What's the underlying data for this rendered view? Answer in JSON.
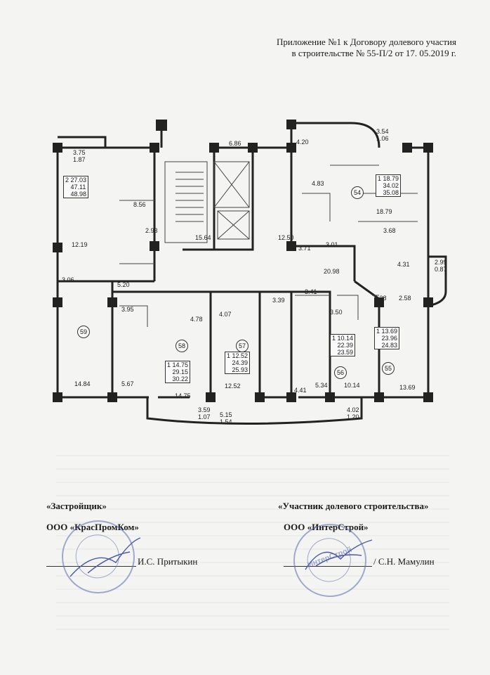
{
  "header": {
    "line1": "Приложение №1 к Договору долевого участия",
    "line2": "в строительстве № 55-П/2 от 17. 05.2019 г."
  },
  "plan": {
    "apartments": [
      {
        "num": "59"
      },
      {
        "num": "58"
      },
      {
        "num": "57"
      },
      {
        "num": "56"
      },
      {
        "num": "55"
      },
      {
        "num": "54"
      }
    ],
    "summaries": [
      {
        "rooms": "2",
        "a": "27.03",
        "b": "47.11",
        "c": "48.98"
      },
      {
        "rooms": "1",
        "a": "18.79",
        "b": "34.02",
        "c": "35.08"
      },
      {
        "rooms": "1",
        "a": "14.75",
        "b": "29.15",
        "c": "30.22"
      },
      {
        "rooms": "1",
        "a": "12.52",
        "b": "24.39",
        "c": "25.93"
      },
      {
        "rooms": "1",
        "a": "10.14",
        "b": "22.39",
        "c": "23.59"
      },
      {
        "rooms": "1",
        "a": "13.69",
        "b": "23.96",
        "c": "24.83"
      }
    ],
    "balconies": [
      {
        "a": "3.75",
        "b": "1.87"
      },
      {
        "a": "3.54",
        "b": "1.06"
      },
      {
        "a": "2.99",
        "b": "0.87"
      },
      {
        "a": "3.59",
        "b": "1.07"
      },
      {
        "a": "5.15",
        "b": "1.54"
      },
      {
        "a": "4.02",
        "b": "1.20"
      }
    ],
    "areas": {
      "a686": "6.86",
      "a420": "4.20",
      "a483": "4.83",
      "a856": "8.56",
      "a293": "2.93",
      "a1564": "15.64",
      "a1250": "12.50",
      "a371": "3.71",
      "a301": "3.01",
      "a368": "3.68",
      "a1879b": "18.79",
      "a1219": "12.19",
      "a2098": "20.98",
      "a431": "4.31",
      "a306": "3.06",
      "a520": "5.20",
      "a341": "3.41",
      "a339": "3.39",
      "a350": "3.50",
      "a338": "3.38",
      "a258": "2.58",
      "a395": "3.95",
      "a478": "4.78",
      "a407": "4.07",
      "a1484": "14.84",
      "a567": "5.67",
      "a1475b": "14.75",
      "a1252b": "12.52",
      "a441": "4.41",
      "a534": "5.34",
      "a1014b": "10.14",
      "a1369b": "13.69"
    }
  },
  "signatures": {
    "developer_role": "«Застройщик»",
    "developer_org": "ООО «КрасПромКом»",
    "developer_name": "И.С. Притыкин",
    "participant_role": "«Участник долевого строительства»",
    "participant_org": "ООО «ИнтерСтрой»",
    "participant_name": "/ С.Н. Мамулин"
  },
  "stamps": {
    "right_center": "ИнтерСтрой"
  },
  "colors": {
    "ink": "#1a1a1a",
    "stamp": "#5b6bb0",
    "paper": "#f4f4f2"
  }
}
